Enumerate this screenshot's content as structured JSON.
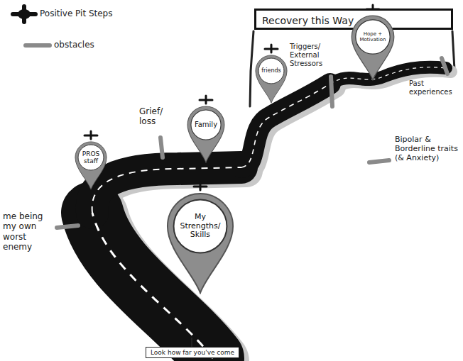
{
  "diagram": {
    "nodes": [
      {
        "text": [
          "Recovery this Way"
        ]
      },
      {
        "text": [
          "PROS staff"
        ]
      },
      {
        "text": [
          "Family"
        ]
      },
      {
        "text": [
          "friends"
        ]
      },
      {
        "text": [
          "Hope + Motivation"
        ]
      },
      {
        "text": [
          "My Strengths/ Skills"
        ]
      },
      {
        "text": [
          "Look how far you've come"
        ]
      }
    ],
    "labels": [
      "Grief/ loss",
      "Triggers/ External Stressors",
      "Past experiences",
      "Bipolar & Borderline traits (& Anxiety)",
      "me being my own worst enemy"
    ],
    "legend": [
      {
        "text": "Positive Pit Steps"
      },
      {
        "text": "obstacles"
      }
    ]
  }
}
